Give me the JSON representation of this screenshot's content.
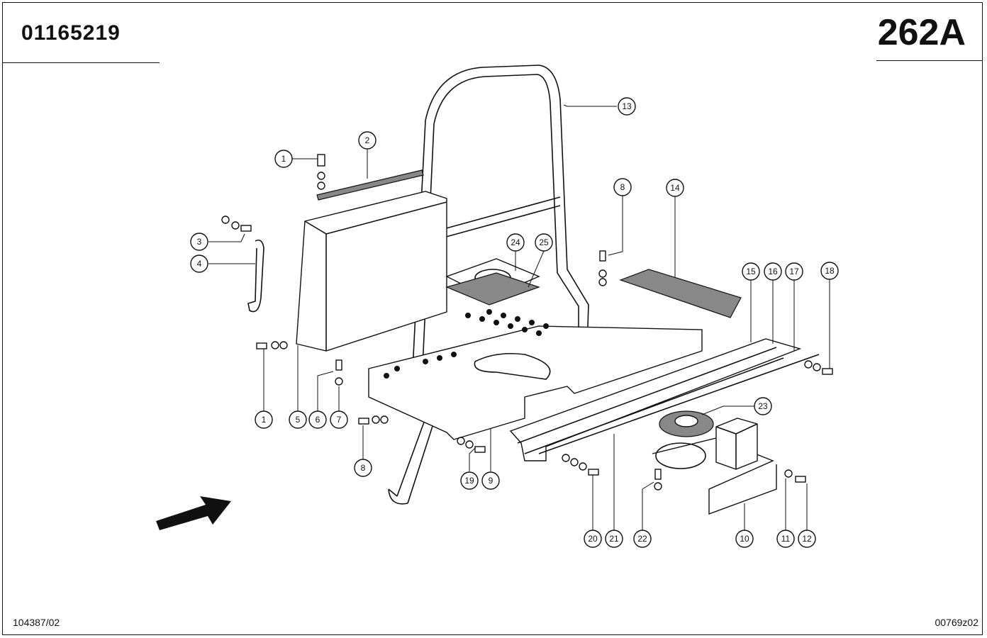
{
  "header": {
    "doc_id": "01165219",
    "page_code": "262A"
  },
  "footer": {
    "left_ref": "104387/02",
    "right_ref": "00769z02"
  },
  "callouts": [
    {
      "id": "c1a",
      "label": "1"
    },
    {
      "id": "c2",
      "label": "2"
    },
    {
      "id": "c3",
      "label": "3"
    },
    {
      "id": "c4",
      "label": "4"
    },
    {
      "id": "c13",
      "label": "13"
    },
    {
      "id": "c8a",
      "label": "8"
    },
    {
      "id": "c14",
      "label": "14"
    },
    {
      "id": "c24",
      "label": "24"
    },
    {
      "id": "c25",
      "label": "25"
    },
    {
      "id": "c15",
      "label": "15"
    },
    {
      "id": "c16",
      "label": "16"
    },
    {
      "id": "c17",
      "label": "17"
    },
    {
      "id": "c18",
      "label": "18"
    },
    {
      "id": "c23",
      "label": "23"
    },
    {
      "id": "c1b",
      "label": "1"
    },
    {
      "id": "c5",
      "label": "5"
    },
    {
      "id": "c6",
      "label": "6"
    },
    {
      "id": "c7",
      "label": "7"
    },
    {
      "id": "c8b",
      "label": "8"
    },
    {
      "id": "c19",
      "label": "19"
    },
    {
      "id": "c9",
      "label": "9"
    },
    {
      "id": "c20",
      "label": "20"
    },
    {
      "id": "c21",
      "label": "21"
    },
    {
      "id": "c22",
      "label": "22"
    },
    {
      "id": "c10",
      "label": "10"
    },
    {
      "id": "c11",
      "label": "11"
    },
    {
      "id": "c12",
      "label": "12"
    }
  ]
}
